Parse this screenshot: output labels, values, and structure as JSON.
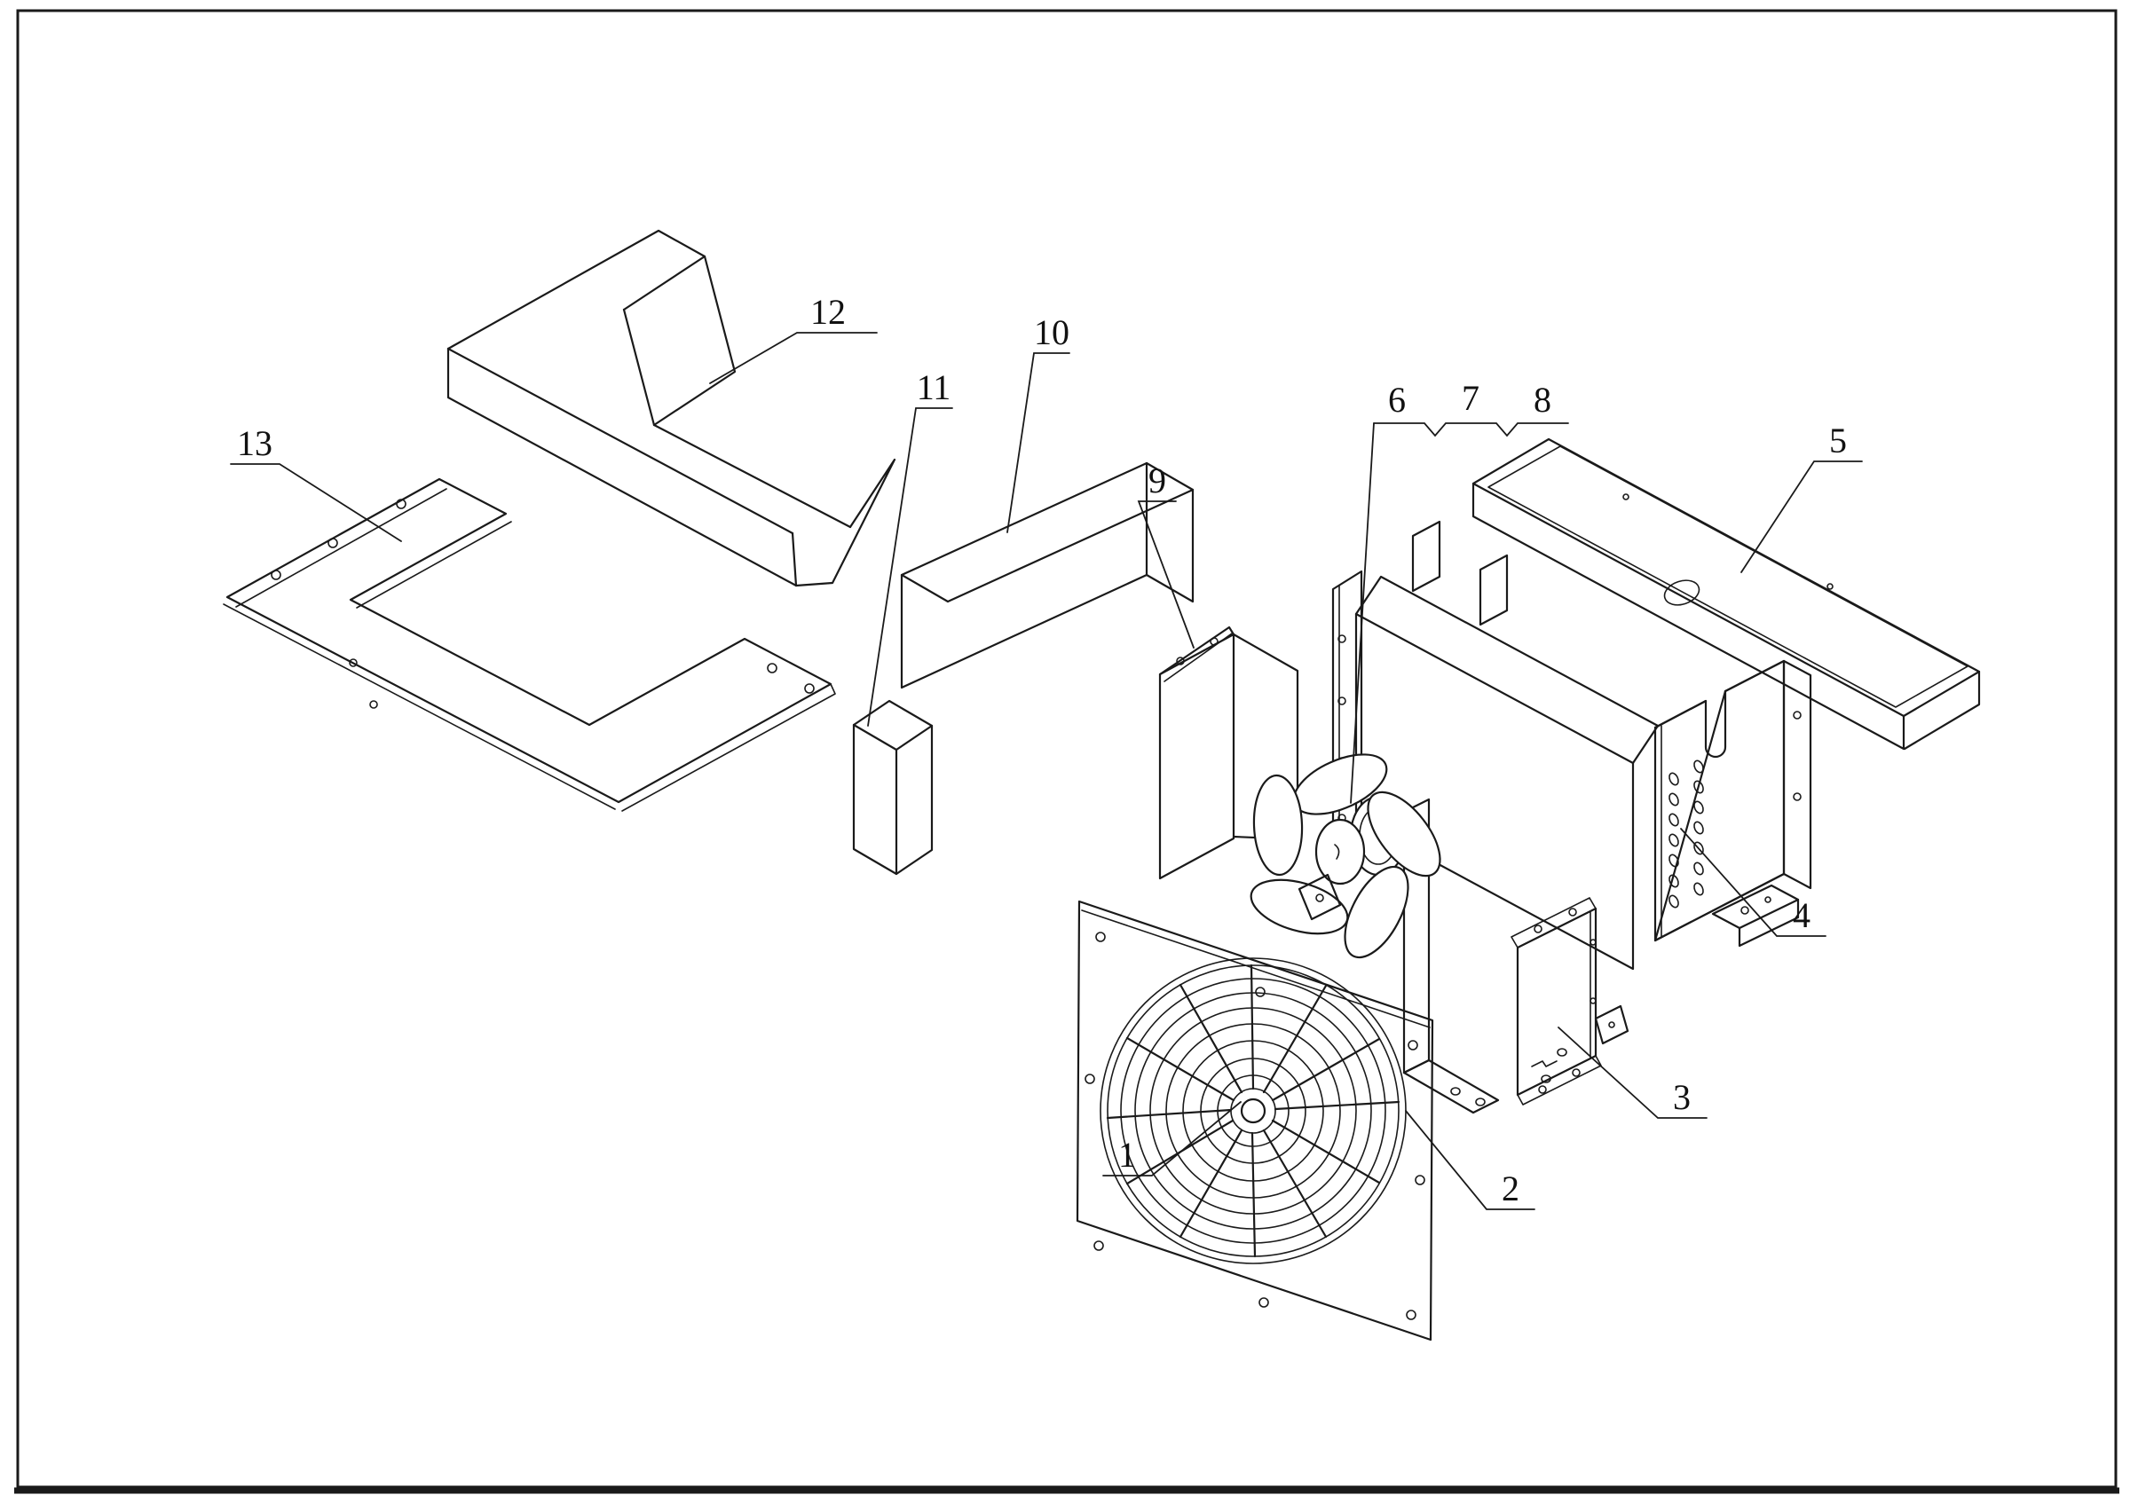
{
  "colors": {
    "ink": "#1a1a1a",
    "paper": "#ffffff"
  },
  "labels": {
    "l1": {
      "text": "1"
    },
    "l2": {
      "text": "2"
    },
    "l3": {
      "text": "3"
    },
    "l4": {
      "text": "4"
    },
    "l5": {
      "text": "5"
    },
    "l6": {
      "text": "6"
    },
    "l7": {
      "text": "7"
    },
    "l8": {
      "text": "8"
    },
    "l9": {
      "text": "9"
    },
    "l10": {
      "text": "10"
    },
    "l11": {
      "text": "11"
    },
    "l12": {
      "text": "12"
    },
    "l13": {
      "text": "13"
    }
  }
}
